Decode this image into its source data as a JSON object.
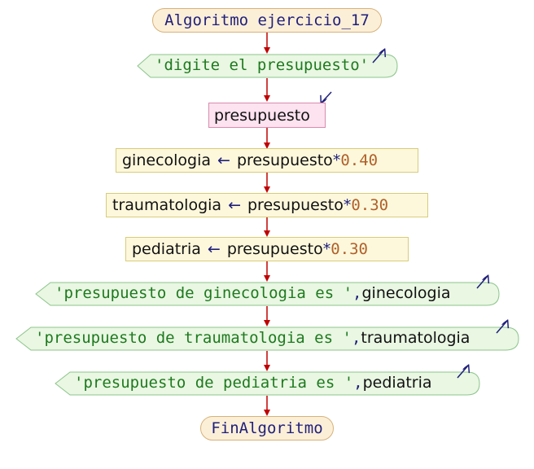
{
  "start": {
    "text": "Algoritmo ejercicio_17"
  },
  "end": {
    "text": "FinAlgoritmo"
  },
  "prompt": {
    "string": "'digite el presupuesto'"
  },
  "read": {
    "var": "presupuesto"
  },
  "assign_ginecologia": {
    "var": "ginecologia",
    "arrow": "←",
    "expr": "presupuesto",
    "op": "*",
    "num": "0.40"
  },
  "assign_traumatologia": {
    "var": "traumatologia",
    "arrow": "←",
    "expr": "presupuesto",
    "op": "*",
    "num": "0.30"
  },
  "assign_pediatria": {
    "var": "pediatria",
    "arrow": "←",
    "expr": "presupuesto",
    "op": "*",
    "num": "0.30"
  },
  "out_ginecologia": {
    "string": "'presupuesto de ginecologia es '",
    "comma": ",",
    "var": "ginecologia"
  },
  "out_traumatologia": {
    "string": "'presupuesto de traumatologia es '",
    "comma": ",",
    "var": "traumatologia"
  },
  "out_pediatria": {
    "string": "'presupuesto de pediatria es '",
    "comma": ",",
    "var": "pediatria"
  },
  "colors": {
    "arrow": "#c00000",
    "terminal_fill": "#fcefd8",
    "process_fill": "#fdf8dc",
    "input_fill": "#fde3ef",
    "output_fill": "#e9f7e3",
    "string_text": "#1e7a1e",
    "keyword_text": "#1f1f7a",
    "number_text": "#b0602a"
  }
}
